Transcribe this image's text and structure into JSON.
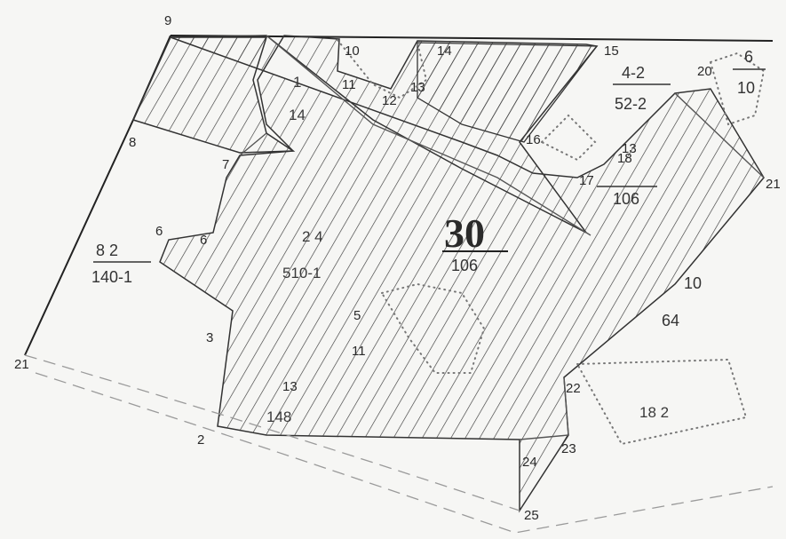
{
  "points": [
    "9",
    "8",
    "7",
    "6",
    "6",
    "3",
    "2",
    "21",
    "10",
    "11",
    "12",
    "13",
    "14",
    "15",
    "16",
    "17",
    "18",
    "20",
    "21",
    "22",
    "23",
    "24",
    "25"
  ],
  "parcels": {
    "main_number": "30",
    "main_area": "106",
    "upper_left_top": "1",
    "upper_left_bottom": "14",
    "center_top": "2 4",
    "center_bottom": "510-1",
    "left_top": "8 2",
    "left_bottom": "140-1",
    "top_right_top": "4-2",
    "top_right_bottom": "52-2",
    "corner_top": "6",
    "corner_bottom": "10",
    "right_mid_top": "13",
    "right_mid_bottom": "106",
    "right_top": "10",
    "right_bottom": "64",
    "lower_top": "13",
    "lower_bottom": "148",
    "mid_small_top": "5",
    "mid_small_bottom": "11",
    "lower_right": "18 2"
  }
}
